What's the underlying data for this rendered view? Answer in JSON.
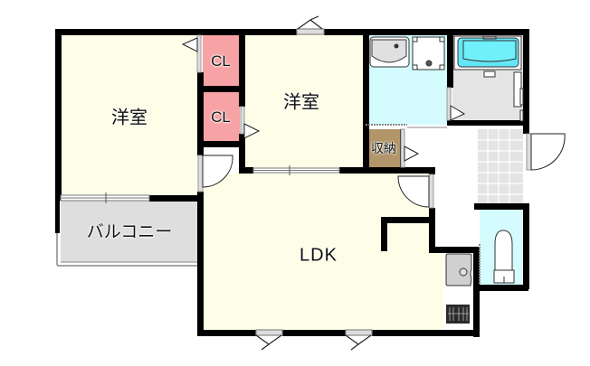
{
  "floor_plan": {
    "title": "",
    "rooms": [
      {
        "id": "western-room-1",
        "label": "洋室",
        "fill": "#fefee8"
      },
      {
        "id": "western-room-2",
        "label": "洋室",
        "fill": "#fefee8"
      },
      {
        "id": "closet-1",
        "label": "CL",
        "fill": "#f7a3a5"
      },
      {
        "id": "closet-2",
        "label": "CL",
        "fill": "#f7a3a5"
      },
      {
        "id": "storage",
        "label": "収納",
        "fill": "#b29568"
      },
      {
        "id": "ldk",
        "label": "LDK",
        "fill": "#fefee8"
      },
      {
        "id": "balcony",
        "label": "バルコニー",
        "fill": "#dedede"
      },
      {
        "id": "washroom",
        "label": "",
        "fill": "#d4fbfd"
      },
      {
        "id": "bathroom",
        "label": "",
        "fill": "#e4e4e4"
      },
      {
        "id": "toilet",
        "label": "",
        "fill": "#d4fbfd"
      },
      {
        "id": "entrance",
        "label": "",
        "fill": "#e4e4e4"
      },
      {
        "id": "corridor",
        "label": "",
        "fill": "#ffffff"
      }
    ],
    "fixtures": [
      "washbasin",
      "washing-machine-pan",
      "bathtub",
      "toilet",
      "kitchen-sink",
      "gas-stove"
    ],
    "colors": {
      "wall": "#000000",
      "room_fill": "#fefee8",
      "closet": "#f7a3a5",
      "storage": "#b29568",
      "wet_area": "#d4fbfd",
      "tile": "#e4e4e4",
      "balcony": "#dedede"
    }
  }
}
